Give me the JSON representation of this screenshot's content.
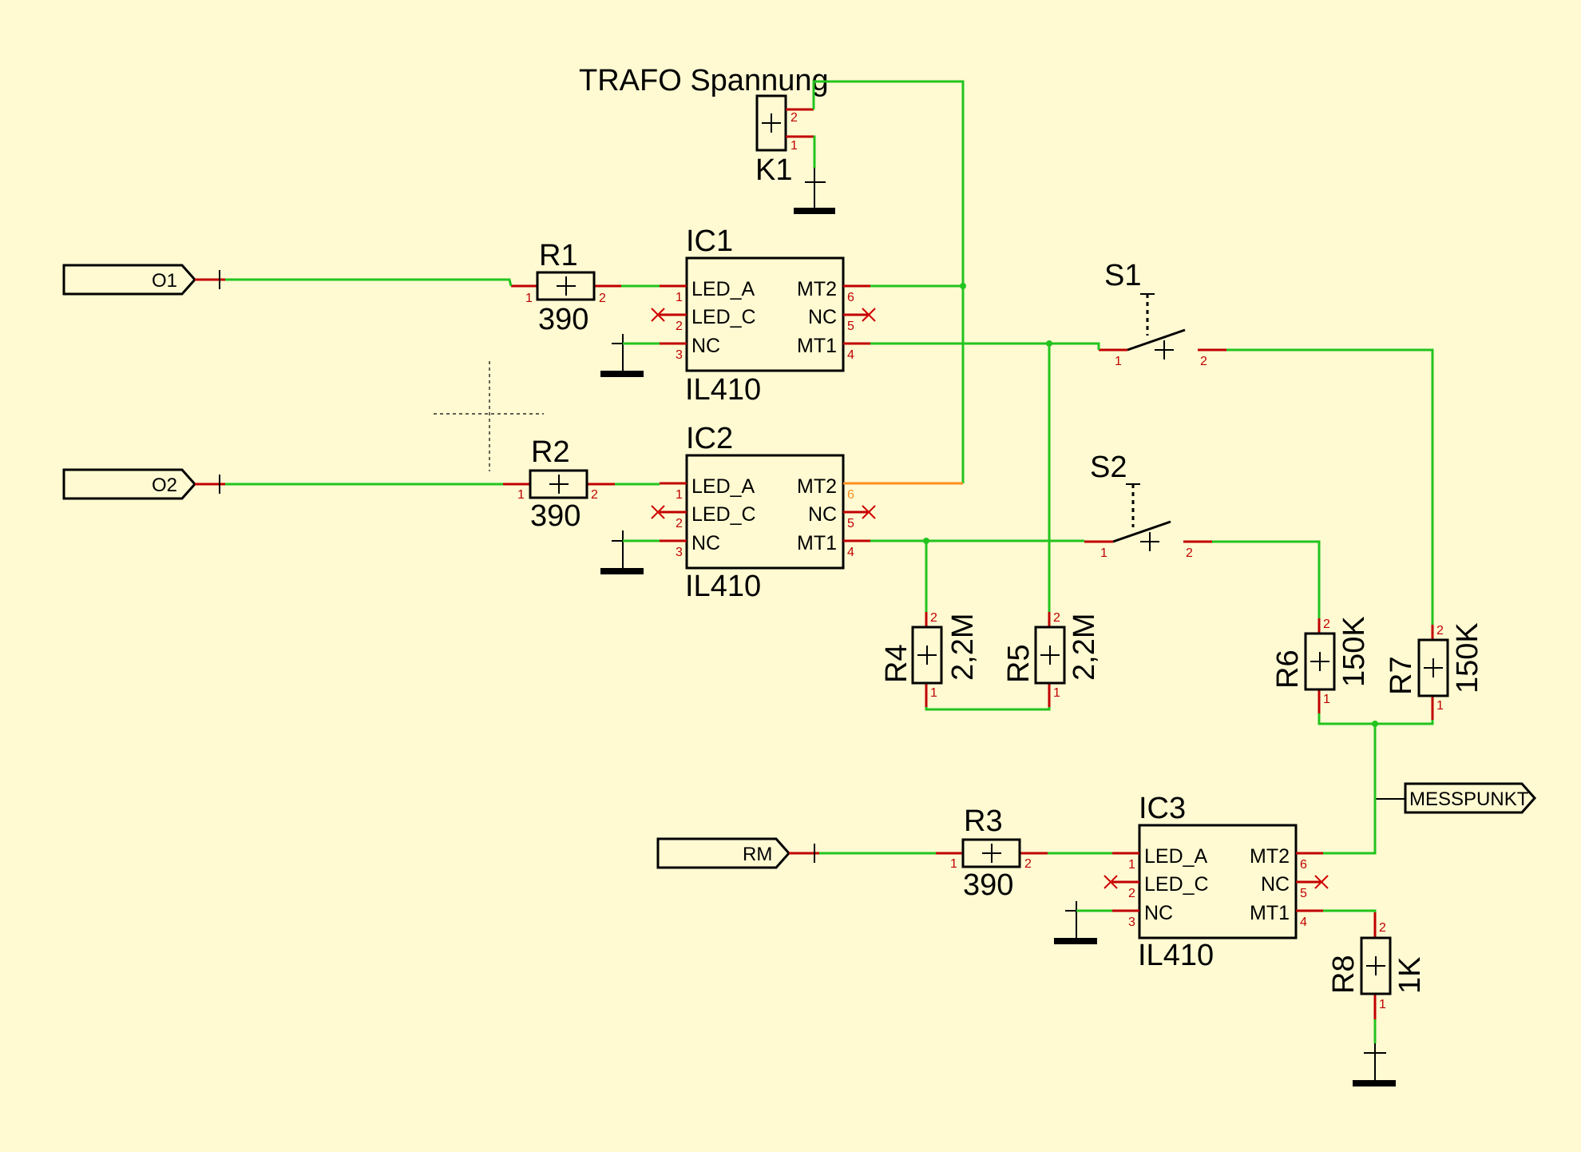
{
  "connectors": {
    "k1_label": "TRAFO Spannung",
    "k1_ref": "K1"
  },
  "ports": {
    "o1": "O1",
    "o2": "O2",
    "rm": "RM",
    "messpunkt": "MESSPUNKT"
  },
  "resistors": {
    "r1": {
      "ref": "R1",
      "value": "390"
    },
    "r2": {
      "ref": "R2",
      "value": "390"
    },
    "r3": {
      "ref": "R3",
      "value": "390"
    },
    "r4": {
      "ref": "R4",
      "value": "2,2M"
    },
    "r5": {
      "ref": "R5",
      "value": "2,2M"
    },
    "r6": {
      "ref": "R6",
      "value": "150K"
    },
    "r7": {
      "ref": "R7",
      "value": "150K"
    },
    "r8": {
      "ref": "R8",
      "value": "1K"
    }
  },
  "ics": {
    "ic1": {
      "ref": "IC1",
      "part": "IL410"
    },
    "ic2": {
      "ref": "IC2",
      "part": "IL410"
    },
    "ic3": {
      "ref": "IC3",
      "part": "IL410"
    },
    "pins": {
      "led_a": "LED_A",
      "led_c": "LED_C",
      "nc": "NC",
      "mt2": "MT2",
      "mt1": "MT1"
    }
  },
  "switches": {
    "s1": "S1",
    "s2": "S2"
  },
  "pin_numbers": {
    "p1": "1",
    "p2": "2",
    "p3": "3",
    "p4": "4",
    "p5": "5",
    "p6": "6"
  }
}
